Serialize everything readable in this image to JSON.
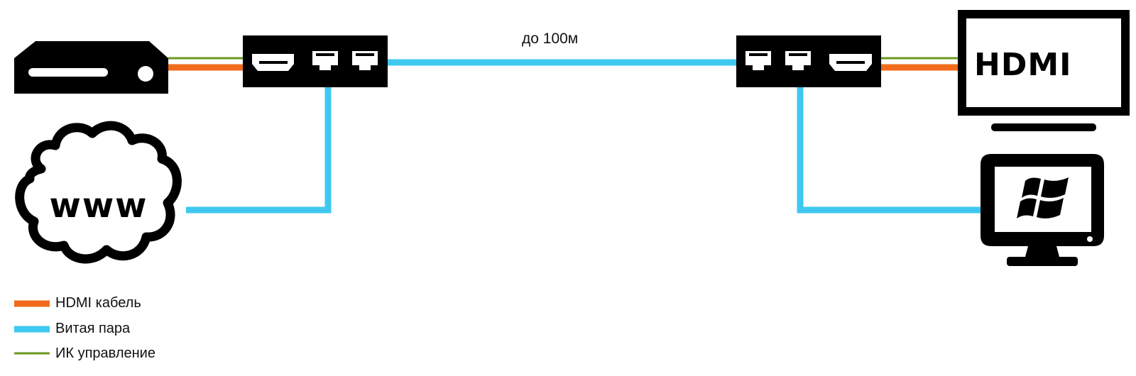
{
  "distance": "до 100м",
  "cloud": {
    "label": "www"
  },
  "display": {
    "logo": "HDMI"
  },
  "colors": {
    "hdmi_cable": "#f26b1d",
    "twisted_pair": "#3ec8f0",
    "ir_control": "#6b9a1f",
    "device": "#000000"
  },
  "legend": [
    {
      "label": "HDMI кабель",
      "color": "#f26b1d"
    },
    {
      "label": "Витая пара",
      "color": "#3ec8f0"
    },
    {
      "label": "ИК управление",
      "color": "#6b9a1f"
    }
  ]
}
